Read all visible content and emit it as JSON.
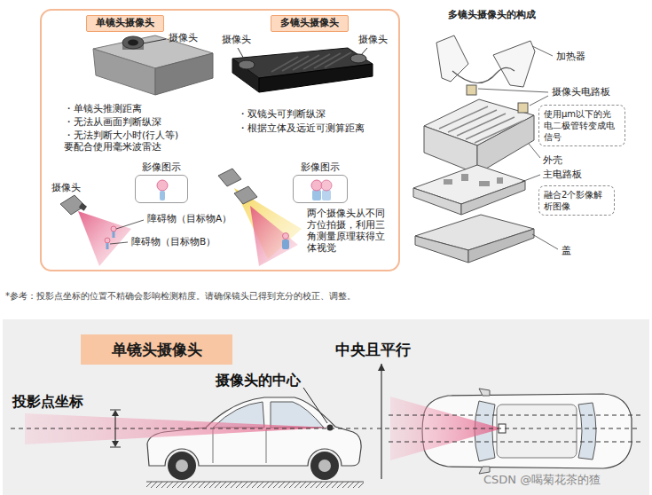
{
  "diagram": {
    "nodes": [
      {
        "text": [
          "单镜头摄像头"
        ]
      },
      {
        "text": [
          "多镜头摄像头"
        ]
      },
      {
        "text": [
          "影像图示"
        ]
      },
      {
        "text": [
          "影像图示"
        ]
      },
      {
        "text": [
          "使用μm以下的光电二极管转变成电信号"
        ]
      },
      {
        "text": [
          "融合2个影像解析图像"
        ]
      },
      {
        "text": [
          "单镜头摄像头"
        ]
      }
    ],
    "labels": [
      "摄像头",
      "・单镜头推测距离",
      "・无法从画面判断纵深",
      "・无法判断大小时(行人等)要配合使用毫米波雷达",
      "摄像头",
      "障碍物（目标物A）",
      "障碍物（目标物B）",
      "摄像头",
      "摄像头",
      "・双镜头可判断纵深",
      "・根据立体及远近可测算距离",
      "两个摄像头从不同方位拍摄，利用三角测量原理获得立体视觉",
      "多镜头摄像头的构成",
      "加热器",
      "摄像头电路板",
      "外壳",
      "主电路板",
      "盖",
      "*参考：投影点坐标的位置不精确会影响检测精度。请确保镜头已得到充分的校正、调整。",
      "中央且平行",
      "摄像头的中心",
      "投影点坐标",
      "CSDN @喝菊花茶的猹"
    ]
  }
}
